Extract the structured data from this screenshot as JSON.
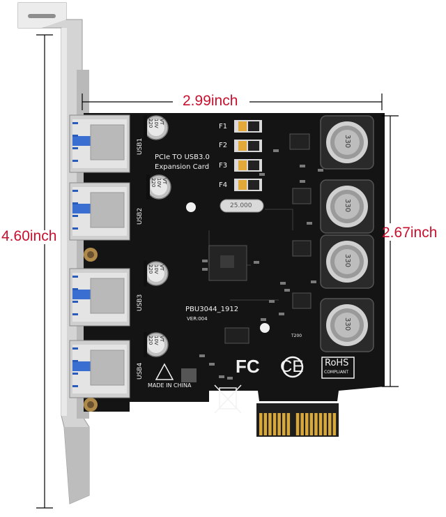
{
  "dimensions": {
    "width_label": "2.99inch",
    "height_label": "4.60inch",
    "board_height_label": "2.67inch"
  },
  "board": {
    "title_line1": "PCIe TO USB3.0",
    "title_line2": "Expansion Card",
    "model": "PBU3044_1912",
    "version": "VER:004",
    "made_in": "MADE IN CHINA",
    "crystal": "25.000",
    "ports": [
      "USB1",
      "USB2",
      "USB3",
      "USB4"
    ],
    "fuses": [
      "F1",
      "F2",
      "F3",
      "F4"
    ],
    "capacitor_lines": [
      "220",
      "10V",
      "VT"
    ],
    "inductor_label": "330",
    "regulator_label": "T200",
    "rohs_line1": "RoHS",
    "rohs_line2": "COMPLIANT",
    "fc_mark": "FC",
    "ce_mark": "CE"
  },
  "colors": {
    "dimension_red": "#c8102e",
    "pcb_black": "#141414",
    "bracket_silver": "#c9c9c9",
    "gold_contacts": "#d8a93a"
  }
}
